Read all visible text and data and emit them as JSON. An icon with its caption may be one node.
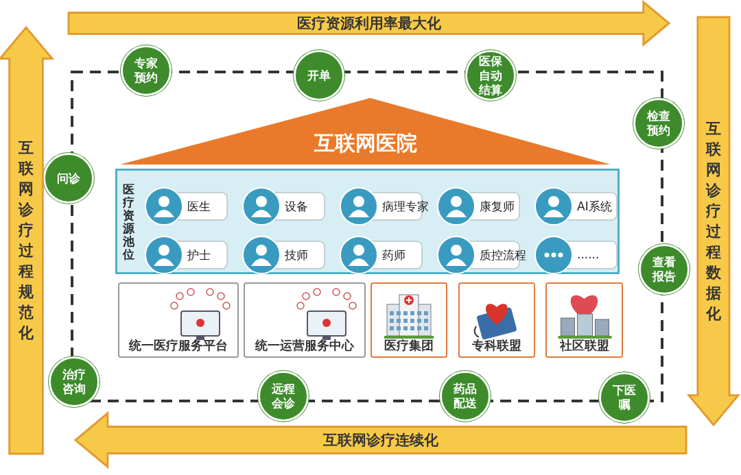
{
  "diagram": {
    "nodes": [
      {
        "text": [
          "医疗资源利用率最大化"
        ]
      },
      {
        "text": [
          "专家预约"
        ]
      },
      {
        "text": [
          "开单"
        ]
      },
      {
        "text": [
          "医保自动结算"
        ]
      },
      {
        "text": [
          "检查预约"
        ]
      },
      {
        "text": [
          "互联网医院"
        ]
      },
      {
        "text": [
          "问诊"
        ]
      },
      {
        "text": [
          "医疗资源池位"
        ]
      },
      {
        "text": [
          "医生"
        ],
        "in": 7
      },
      {
        "text": [
          "设备"
        ],
        "in": 7
      },
      {
        "text": [
          "病理专家"
        ],
        "in": 7
      },
      {
        "text": [
          "康复师"
        ],
        "in": 7
      },
      {
        "text": [
          "AI系统"
        ],
        "in": 7
      },
      {
        "text": [
          "护士"
        ],
        "in": 7
      },
      {
        "text": [
          "技师"
        ],
        "in": 7
      },
      {
        "text": [
          "药师"
        ],
        "in": 7
      },
      {
        "text": [
          "质控流程"
        ],
        "in": 7
      },
      {
        "text": [
          "......"
        ],
        "in": 7
      },
      {
        "text": [
          "查看报告"
        ]
      },
      {
        "text": [
          "统一医疗服务平台"
        ]
      },
      {
        "text": [
          "统一运营服务中心"
        ]
      },
      {
        "text": [
          "医疗集团"
        ]
      },
      {
        "text": [
          "专科联盟"
        ]
      },
      {
        "text": [
          "社区联盟"
        ]
      },
      {
        "text": [
          "治疗咨询"
        ]
      },
      {
        "text": [
          "远程会诊"
        ]
      },
      {
        "text": [
          "药品配送"
        ]
      },
      {
        "text": [
          "下医嘱"
        ]
      },
      {
        "text": [
          "互联网诊疗过程规范化"
        ]
      },
      {
        "text": [
          "互联网诊疗过程数据化"
        ]
      },
      {
        "text": [
          "互联网诊疗连续化"
        ]
      }
    ]
  }
}
